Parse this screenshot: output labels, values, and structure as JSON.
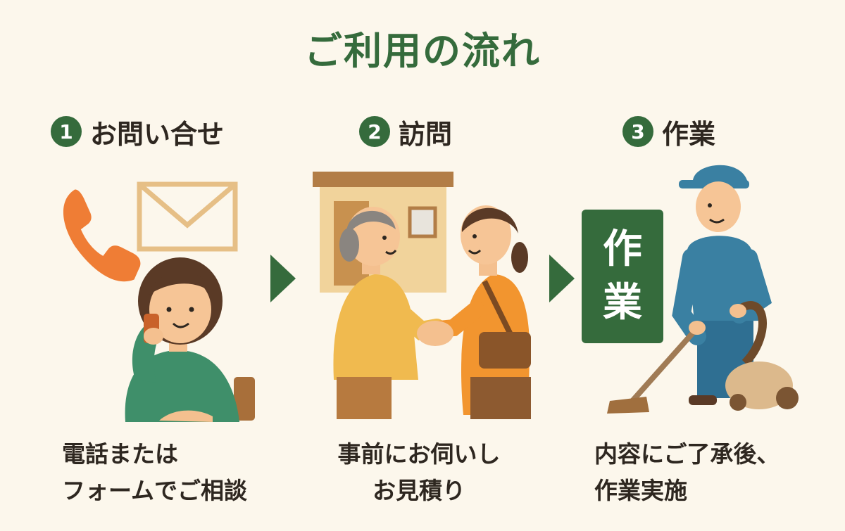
{
  "title": "ご利用の流れ",
  "steps": [
    {
      "number": "1",
      "heading": "お問い合せ",
      "desc_line1": "電話または",
      "desc_line2": "フォームでご相談"
    },
    {
      "number": "2",
      "heading": "訪問",
      "desc_line1": "事前にお伺いし",
      "desc_line2": "お見積り"
    },
    {
      "number": "3",
      "heading": "作業",
      "desc_line1": "内容にご了承後、",
      "desc_line2": "作業実施"
    }
  ],
  "work_sign": {
    "line1": "作",
    "line2": "業"
  },
  "colors": {
    "accent": "#356b3c",
    "background": "#fcf7ec",
    "orange": "#ef7d35",
    "text": "#2e2720"
  },
  "icons": [
    "phone-icon",
    "envelope-icon",
    "arrow-right-icon"
  ]
}
